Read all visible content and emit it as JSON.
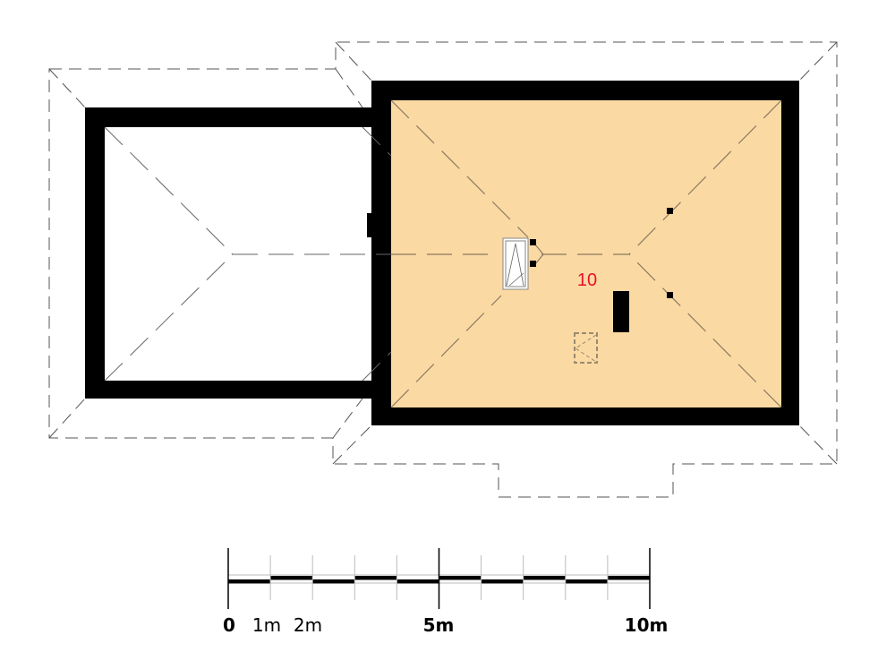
{
  "plan": {
    "room_number": "10",
    "room_fill": "#FBD9A3",
    "room_number_color": "#E8102A",
    "wall_color": "#000000"
  },
  "scale_bar": {
    "labels": [
      "0",
      "1m",
      "2m",
      "5m",
      "10m"
    ],
    "total_meters": 10
  }
}
